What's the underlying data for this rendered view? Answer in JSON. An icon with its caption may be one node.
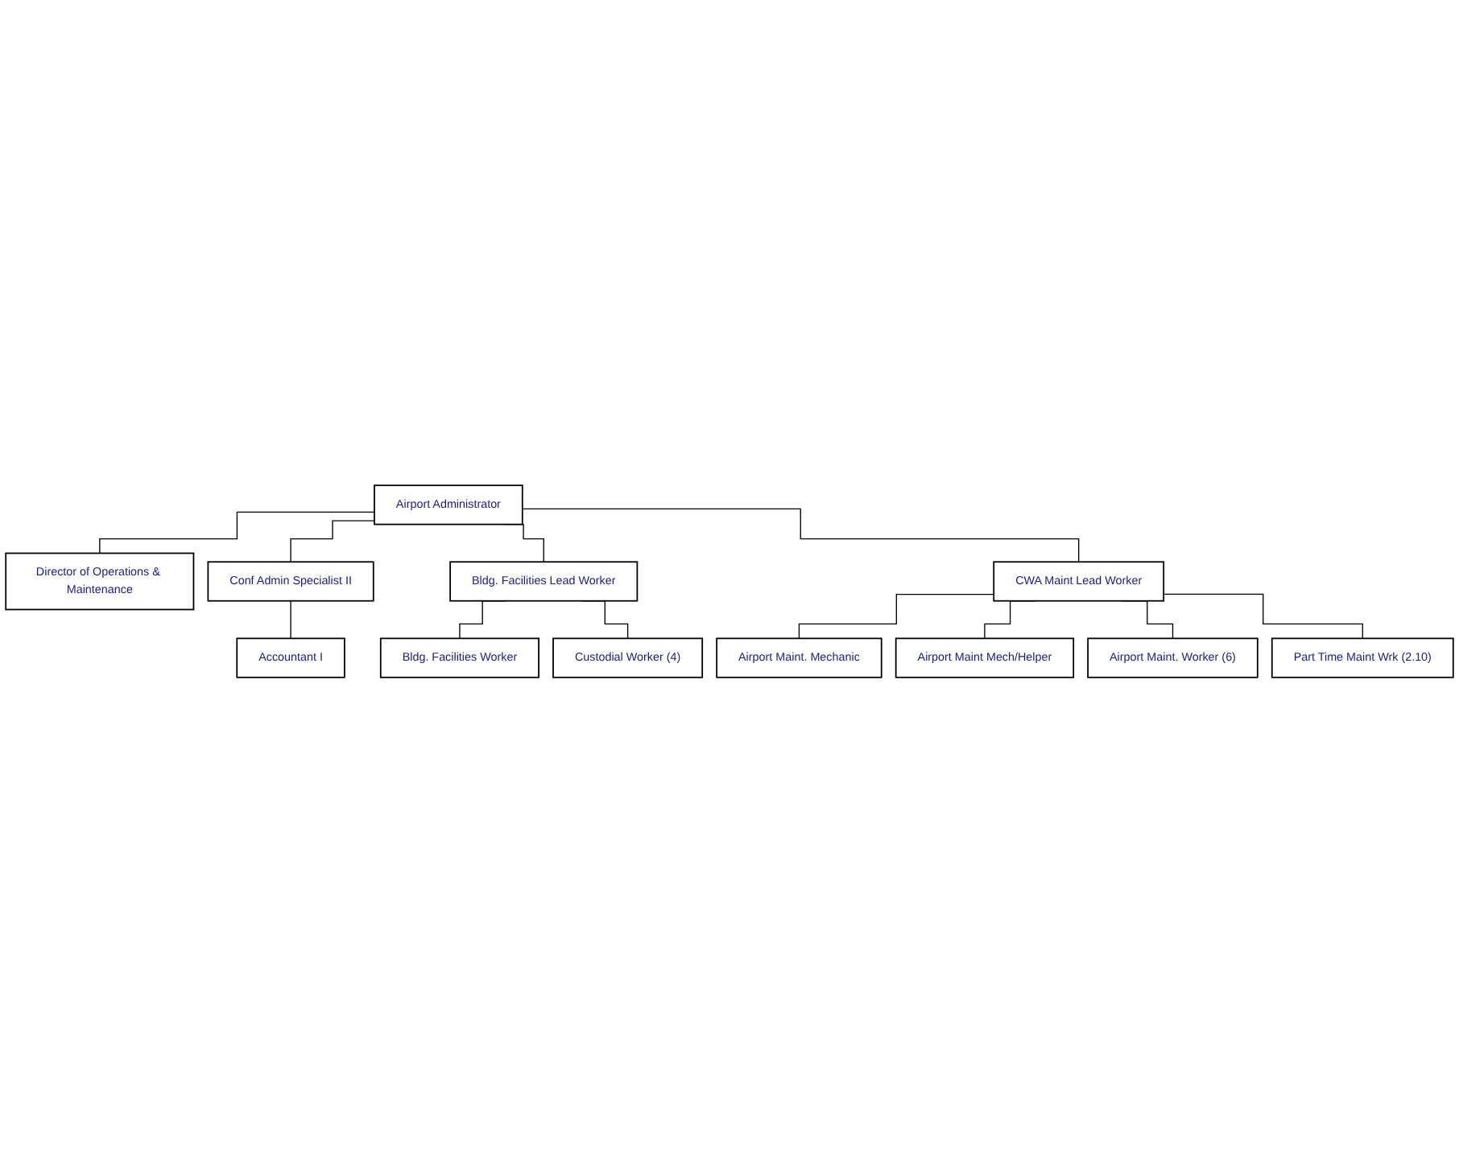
{
  "diagram": {
    "nodes": [
      {
        "text": [
          "Airport Administrator"
        ]
      },
      {
        "text": [
          "Director of Operations & Maintenance"
        ]
      },
      {
        "text": [
          "Conf Admin Specialist II"
        ]
      },
      {
        "text": [
          "Accountant I"
        ]
      },
      {
        "text": [
          "Bldg. Facilities Lead Worker"
        ]
      },
      {
        "text": [
          "Bldg. Facilities Worker"
        ]
      },
      {
        "text": [
          "Custodial Worker (4)"
        ]
      },
      {
        "text": [
          "CWA Maint Lead Worker"
        ]
      },
      {
        "text": [
          "Airport Maint. Mechanic"
        ]
      },
      {
        "text": [
          "Airport Maint Mech/Helper"
        ]
      },
      {
        "text": [
          "Airport Maint. Worker (6)"
        ]
      },
      {
        "text": [
          "Part Time Maint Wrk (2.10)"
        ]
      }
    ],
    "edges": [
      {
        "from": 0,
        "to": 1,
        "arrow": "none"
      },
      {
        "from": 0,
        "to": 2,
        "arrow": "none"
      },
      {
        "from": 2,
        "to": 3,
        "arrow": "none"
      },
      {
        "from": 0,
        "to": 4,
        "arrow": "none"
      },
      {
        "from": 4,
        "to": 5,
        "arrow": "none"
      },
      {
        "from": 4,
        "to": 6,
        "arrow": "none"
      },
      {
        "from": 0,
        "to": 7,
        "arrow": "none"
      },
      {
        "from": 7,
        "to": 8,
        "arrow": "none"
      },
      {
        "from": 7,
        "to": 9,
        "arrow": "none"
      },
      {
        "from": 7,
        "to": 10,
        "arrow": "none"
      },
      {
        "from": 7,
        "to": 11,
        "arrow": "none"
      }
    ]
  }
}
